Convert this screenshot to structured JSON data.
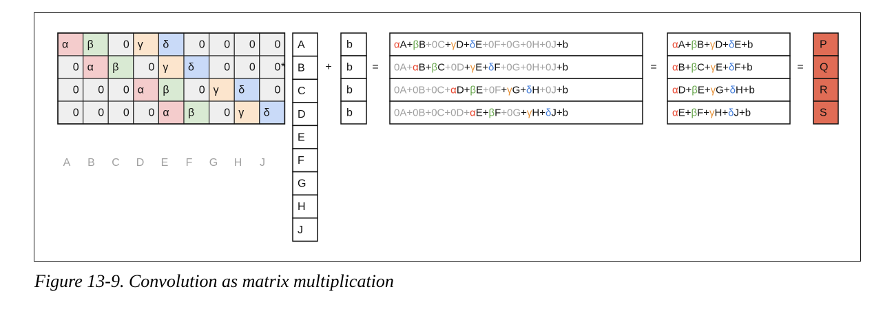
{
  "colors": {
    "alpha": "#f4cccc",
    "beta": "#d9ead3",
    "gamma": "#fce5cd",
    "delta": "#c9daf8",
    "zero": "#efefef",
    "alpha_text": "#e8462f",
    "beta_text": "#6aa84f",
    "gamma_text": "#e69138",
    "delta_text": "#3c78d8",
    "faded_text": "#a0a0a0",
    "output_fill": "#e06c55"
  },
  "kernel_matrix": {
    "rows": [
      [
        {
          "t": "α",
          "c": "alpha"
        },
        {
          "t": "β",
          "c": "beta"
        },
        {
          "t": "0",
          "c": "zero"
        },
        {
          "t": "γ",
          "c": "gamma"
        },
        {
          "t": "δ",
          "c": "delta"
        },
        {
          "t": "0",
          "c": "zero"
        },
        {
          "t": "0",
          "c": "zero"
        },
        {
          "t": "0",
          "c": "zero"
        },
        {
          "t": "0",
          "c": "zero"
        }
      ],
      [
        {
          "t": "0",
          "c": "zero"
        },
        {
          "t": "α",
          "c": "alpha"
        },
        {
          "t": "β",
          "c": "beta"
        },
        {
          "t": "0",
          "c": "zero"
        },
        {
          "t": "γ",
          "c": "gamma"
        },
        {
          "t": "δ",
          "c": "delta"
        },
        {
          "t": "0",
          "c": "zero"
        },
        {
          "t": "0",
          "c": "zero"
        },
        {
          "t": "0",
          "c": "zero"
        }
      ],
      [
        {
          "t": "0",
          "c": "zero"
        },
        {
          "t": "0",
          "c": "zero"
        },
        {
          "t": "0",
          "c": "zero"
        },
        {
          "t": "α",
          "c": "alpha"
        },
        {
          "t": "β",
          "c": "beta"
        },
        {
          "t": "0",
          "c": "zero"
        },
        {
          "t": "γ",
          "c": "gamma"
        },
        {
          "t": "δ",
          "c": "delta"
        },
        {
          "t": "0",
          "c": "zero"
        }
      ],
      [
        {
          "t": "0",
          "c": "zero"
        },
        {
          "t": "0",
          "c": "zero"
        },
        {
          "t": "0",
          "c": "zero"
        },
        {
          "t": "0",
          "c": "zero"
        },
        {
          "t": "α",
          "c": "alpha"
        },
        {
          "t": "β",
          "c": "beta"
        },
        {
          "t": "0",
          "c": "zero"
        },
        {
          "t": "γ",
          "c": "gamma"
        },
        {
          "t": "δ",
          "c": "delta"
        }
      ]
    ],
    "column_labels": [
      "A",
      "B",
      "C",
      "D",
      "E",
      "F",
      "G",
      "H",
      "J"
    ]
  },
  "operators": {
    "times": "*",
    "plus": "+",
    "equals": "="
  },
  "input_vector": [
    "A",
    "B",
    "C",
    "D",
    "E",
    "F",
    "G",
    "H",
    "J"
  ],
  "bias_vector": [
    "b",
    "b",
    "b",
    "b"
  ],
  "expanded_products": [
    [
      {
        "t": "α",
        "c": "alpha_text"
      },
      {
        "t": "A+",
        "c": "text"
      },
      {
        "t": "β",
        "c": "beta_text"
      },
      {
        "t": "B",
        "c": "text"
      },
      {
        "t": "+0C",
        "c": "faded_text"
      },
      {
        "t": "+",
        "c": "text"
      },
      {
        "t": "γ",
        "c": "gamma_text"
      },
      {
        "t": "D+",
        "c": "text"
      },
      {
        "t": "δ",
        "c": "delta_text"
      },
      {
        "t": "E",
        "c": "text"
      },
      {
        "t": "+0F+0G+0H+0J",
        "c": "faded_text"
      },
      {
        "t": "+b",
        "c": "text"
      }
    ],
    [
      {
        "t": "0A+",
        "c": "faded_text"
      },
      {
        "t": "α",
        "c": "alpha_text"
      },
      {
        "t": "B+",
        "c": "text"
      },
      {
        "t": "β",
        "c": "beta_text"
      },
      {
        "t": "C",
        "c": "text"
      },
      {
        "t": "+0D",
        "c": "faded_text"
      },
      {
        "t": "+",
        "c": "text"
      },
      {
        "t": "γ",
        "c": "gamma_text"
      },
      {
        "t": "E+",
        "c": "text"
      },
      {
        "t": "δ",
        "c": "delta_text"
      },
      {
        "t": "F",
        "c": "text"
      },
      {
        "t": "+0G+0H+0J",
        "c": "faded_text"
      },
      {
        "t": "+b",
        "c": "text"
      }
    ],
    [
      {
        "t": "0A+0B+0C+",
        "c": "faded_text"
      },
      {
        "t": "α",
        "c": "alpha_text"
      },
      {
        "t": "D+",
        "c": "text"
      },
      {
        "t": "β",
        "c": "beta_text"
      },
      {
        "t": "E",
        "c": "text"
      },
      {
        "t": "+0F",
        "c": "faded_text"
      },
      {
        "t": "+",
        "c": "text"
      },
      {
        "t": "γ",
        "c": "gamma_text"
      },
      {
        "t": "G+",
        "c": "text"
      },
      {
        "t": "δ",
        "c": "delta_text"
      },
      {
        "t": "H",
        "c": "text"
      },
      {
        "t": "+0J",
        "c": "faded_text"
      },
      {
        "t": "+b",
        "c": "text"
      }
    ],
    [
      {
        "t": "0A+0B+0C+0D+",
        "c": "faded_text"
      },
      {
        "t": "α",
        "c": "alpha_text"
      },
      {
        "t": "E+",
        "c": "text"
      },
      {
        "t": "β",
        "c": "beta_text"
      },
      {
        "t": "F",
        "c": "text"
      },
      {
        "t": "+0G",
        "c": "faded_text"
      },
      {
        "t": "+",
        "c": "text"
      },
      {
        "t": "γ",
        "c": "gamma_text"
      },
      {
        "t": "H+",
        "c": "text"
      },
      {
        "t": "δ",
        "c": "delta_text"
      },
      {
        "t": "J+b",
        "c": "text"
      }
    ]
  ],
  "simplified_products": [
    [
      {
        "t": "α",
        "c": "alpha_text"
      },
      {
        "t": "A+",
        "c": "text"
      },
      {
        "t": "β",
        "c": "beta_text"
      },
      {
        "t": "B+",
        "c": "text"
      },
      {
        "t": "γ",
        "c": "gamma_text"
      },
      {
        "t": "D+",
        "c": "text"
      },
      {
        "t": "δ",
        "c": "delta_text"
      },
      {
        "t": "E+b",
        "c": "text"
      }
    ],
    [
      {
        "t": "α",
        "c": "alpha_text"
      },
      {
        "t": "B+",
        "c": "text"
      },
      {
        "t": "β",
        "c": "beta_text"
      },
      {
        "t": "C+",
        "c": "text"
      },
      {
        "t": "γ",
        "c": "gamma_text"
      },
      {
        "t": "E+",
        "c": "text"
      },
      {
        "t": "δ",
        "c": "delta_text"
      },
      {
        "t": "F+b",
        "c": "text"
      }
    ],
    [
      {
        "t": "α",
        "c": "alpha_text"
      },
      {
        "t": "D+",
        "c": "text"
      },
      {
        "t": "β",
        "c": "beta_text"
      },
      {
        "t": "E+",
        "c": "text"
      },
      {
        "t": "γ",
        "c": "gamma_text"
      },
      {
        "t": "G+",
        "c": "text"
      },
      {
        "t": "δ",
        "c": "delta_text"
      },
      {
        "t": "H+b",
        "c": "text"
      }
    ],
    [
      {
        "t": "α",
        "c": "alpha_text"
      },
      {
        "t": "E+",
        "c": "text"
      },
      {
        "t": "β",
        "c": "beta_text"
      },
      {
        "t": "F+",
        "c": "text"
      },
      {
        "t": "γ",
        "c": "gamma_text"
      },
      {
        "t": "H+",
        "c": "text"
      },
      {
        "t": "δ",
        "c": "delta_text"
      },
      {
        "t": "J+b",
        "c": "text"
      }
    ]
  ],
  "output_vector": [
    "P",
    "Q",
    "R",
    "S"
  ],
  "caption": "Figure 13-9. Convolution as matrix multiplication"
}
